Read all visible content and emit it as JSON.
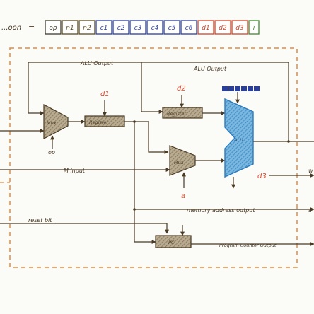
{
  "header": {
    "prefix": "...oon",
    "equals": "=",
    "fields": [
      {
        "label": "op",
        "color": "#3f3a2a"
      },
      {
        "label": "n1",
        "color": "#5a4a20"
      },
      {
        "label": "n2",
        "color": "#5a4a20"
      },
      {
        "label": "c1",
        "color": "#2b3f9a"
      },
      {
        "label": "c2",
        "color": "#2b3f9a"
      },
      {
        "label": "c3",
        "color": "#2b3f9a"
      },
      {
        "label": "c4",
        "color": "#2b3f9a"
      },
      {
        "label": "c5",
        "color": "#2b3f9a"
      },
      {
        "label": "c6",
        "color": "#2b3f9a"
      },
      {
        "label": "d1",
        "color": "#d2452a"
      },
      {
        "label": "d2",
        "color": "#d2452a"
      },
      {
        "label": "d3",
        "color": "#d2452a"
      },
      {
        "label": "i",
        "color": "#3d8a2a"
      }
    ]
  },
  "labels": {
    "alu_output_left": "ALU Output",
    "alu_output_right": "ALU Output",
    "d1": "d1",
    "d2": "d2",
    "d3": "d3",
    "op": "op",
    "a": "a",
    "m_input": "M input",
    "reset_bit": "reset bit",
    "memory_address": "memory address output",
    "program_counter": "Program Counter Output",
    "mux_left": "Mux",
    "mux_right": "Mux",
    "register_1": "Register",
    "register_2": "Register",
    "alu": "ALU",
    "pc": "PC",
    "right_edge_w": "w",
    "right_edge_a": "a"
  },
  "colors": {
    "ink": "#4a3a24",
    "orange_dash": "#e58a3c",
    "red": "#d2452a",
    "blue": "#2a7ac0",
    "component_fill": "#a6987c",
    "alu_fill": "#5aa0d0"
  }
}
